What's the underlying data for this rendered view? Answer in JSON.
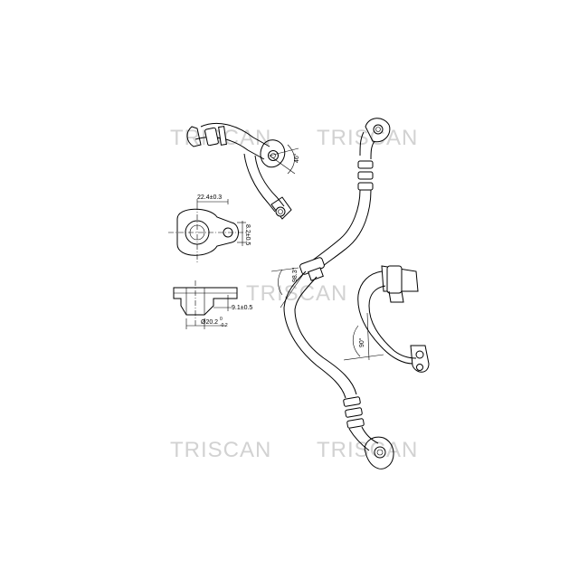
{
  "watermark": "TRISCAN",
  "dimensions": {
    "flange_width": "22.4±0.3",
    "flange_height": "8.2±0.5",
    "flange_thickness": "9.1±0.5",
    "flange_diameter": "Ø20.2",
    "flange_diameter_tol_upper": "0",
    "flange_diameter_tol_lower": "-0.2",
    "angle_top": "46°",
    "angle_middle": "98.3°",
    "angle_right": "90°"
  },
  "colors": {
    "line": "#000000",
    "watermark": "#d2d2d2",
    "background": "#ffffff"
  }
}
